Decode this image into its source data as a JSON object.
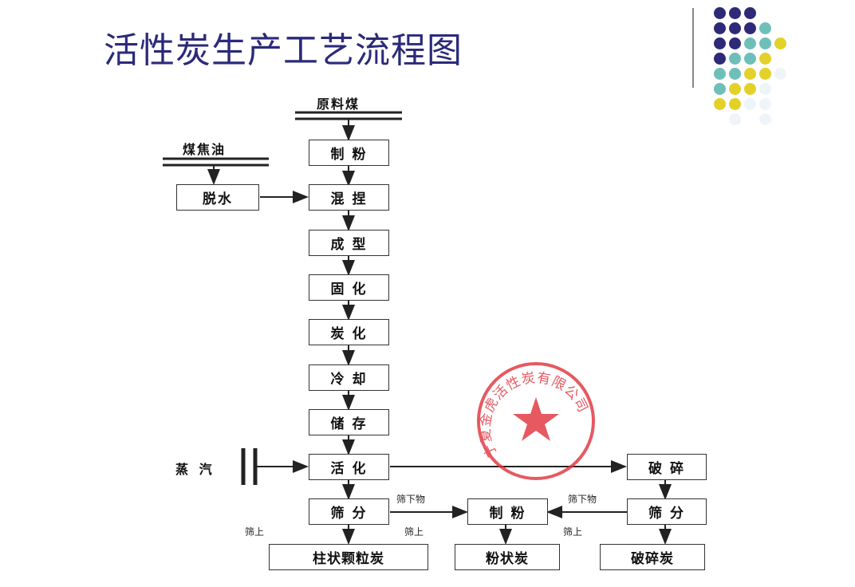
{
  "title": "活性炭生产工艺流程图",
  "decor": {
    "dot_colors": {
      "navy": "#2e2a78",
      "teal": "#6fbfb9",
      "yellow": "#e3d12a",
      "faint": "#eef5fa"
    }
  },
  "inputs": {
    "raw_coal": "原料煤",
    "coal_tar": "煤焦油",
    "steam": "蒸 汽"
  },
  "steps": {
    "dewater": "脱水",
    "milling": "制 粉",
    "mixing": "混 捏",
    "forming": "成 型",
    "curing": "固 化",
    "carbonization": "炭 化",
    "cooling": "冷 却",
    "storage": "储 存",
    "activation": "活 化",
    "screening": "筛 分",
    "milling2": "制 粉",
    "crushing": "破 碎",
    "screening2": "筛 分"
  },
  "products": {
    "columnar": "柱状颗粒炭",
    "powder": "粉状炭",
    "crushed": "破碎炭"
  },
  "edge_labels": {
    "undersize_left": "筛下物",
    "undersize_right": "筛下物",
    "oversize_1": "筛上",
    "oversize_2": "筛上",
    "oversize_3": "筛上"
  },
  "seal": {
    "text": "宁夏金虎活性炭有限公司",
    "color": "#e0303a"
  }
}
